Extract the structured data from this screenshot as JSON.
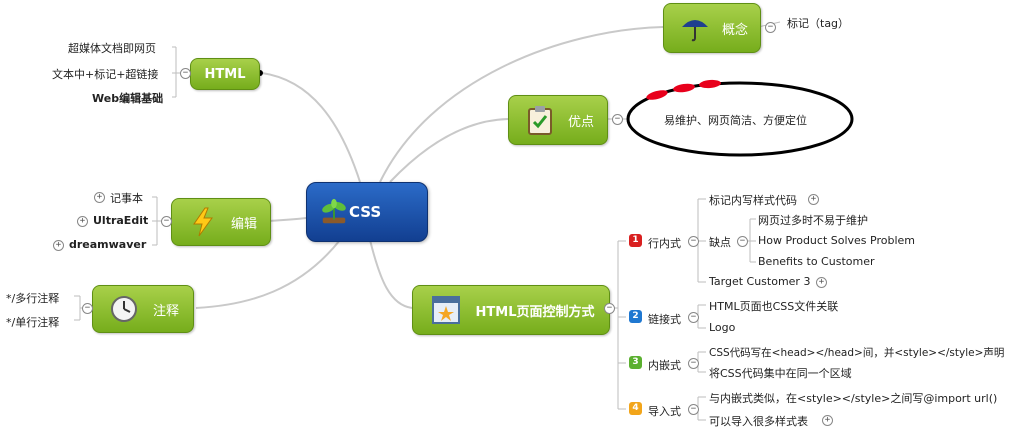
{
  "center": {
    "label": "CSS"
  },
  "html_branch": {
    "label": "HTML",
    "leaves": [
      "超媒体文档即网页",
      "文本中+标记+超链接",
      "Web编辑基础"
    ]
  },
  "edit_branch": {
    "label": "编辑",
    "leaves": [
      "记事本",
      "UltraEdit",
      "dreamwaver"
    ]
  },
  "comment_branch": {
    "label": "注释",
    "leaves": [
      "*/多行注释",
      "*/单行注释"
    ]
  },
  "concept_branch": {
    "label": "概念",
    "leaf": "标记（tag）"
  },
  "advantage_branch": {
    "label": "优点",
    "leaf": "易维护、网页简洁、方便定位"
  },
  "control_branch": {
    "label": "HTML页面控制方式",
    "inline": {
      "num": "1",
      "label": "行内式",
      "items": [
        "标记内写样式代码",
        "缺点",
        "Target Customer 3"
      ],
      "drawbacks": [
        "网页过多时不易于维护",
        "How Product Solves Problem",
        "Benefits to Customer"
      ]
    },
    "link": {
      "num": "2",
      "label": "链接式",
      "items": [
        "HTML页面也CSS文件关联",
        "Logo"
      ]
    },
    "embed": {
      "num": "3",
      "label": "内嵌式",
      "items": [
        "CSS代码写在<head></head>间，并<style></style>声明",
        "将CSS代码集中在同一个区域"
      ]
    },
    "import": {
      "num": "4",
      "label": "导入式",
      "items": [
        "与内嵌式类似，在<style></style>之间写@import url()",
        "可以导入很多样式表"
      ]
    }
  },
  "colors": {
    "green": "#8cc33a",
    "blue": "#1a4fa8",
    "red_badge": "#d92020",
    "blue_badge": "#1f78d1",
    "green_badge": "#5bb030",
    "orange_badge": "#f2a51a"
  }
}
